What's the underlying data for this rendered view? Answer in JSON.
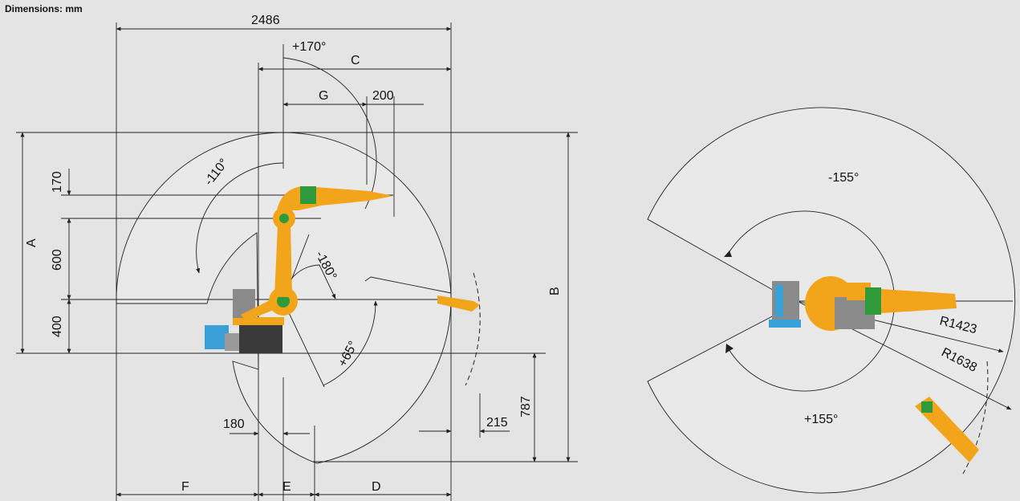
{
  "title": "Dimensions: mm",
  "side_view": {
    "dims": {
      "overall": "2486",
      "C": "C",
      "G": "G",
      "d200": "200",
      "A": "A",
      "B": "B",
      "d170": "170",
      "d600": "600",
      "d400": "400",
      "d180": "180",
      "d215": "215",
      "d787": "787",
      "F": "F",
      "E": "E",
      "D": "D"
    },
    "angles": {
      "a170": "+170°",
      "a110": "-110°",
      "a180": "-180°",
      "a65": "+65°"
    }
  },
  "top_view": {
    "angles": {
      "a155n": "-155°",
      "a155p": "+155°"
    },
    "radii": {
      "r1423": "R1423",
      "r1638": "R1638"
    }
  },
  "colors": {
    "robot_orange": "#f2a51a",
    "robot_green": "#2e9a3a",
    "robot_blue": "#3aa0d8",
    "envelope": "#e9e9e9",
    "background": "#e4e4e4"
  }
}
